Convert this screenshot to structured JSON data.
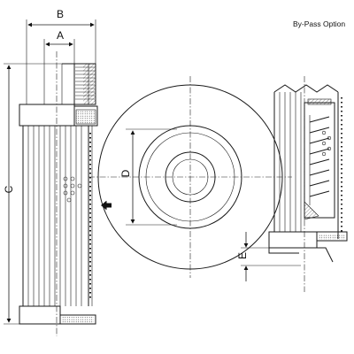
{
  "title": "By-Pass Option",
  "dimensions": {
    "a": "A",
    "b": "B",
    "c": "C",
    "d": "D",
    "e": "E"
  }
}
